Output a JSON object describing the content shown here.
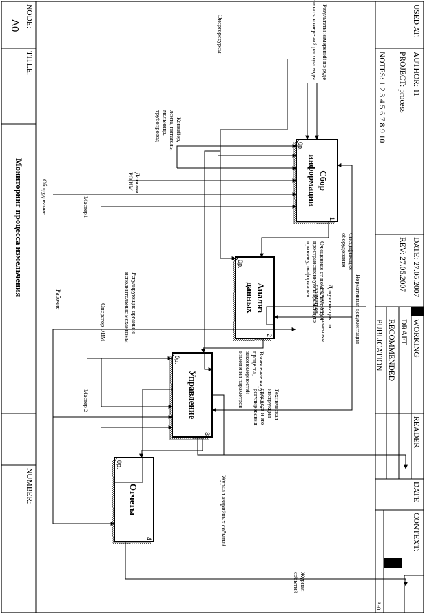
{
  "header": {
    "used_at": "USED AT:",
    "author": "AUTHOR:  11",
    "project": "PROJECT:  process",
    "notes": "NOTES:  1  2  3  4  5  6  7  8  9  10",
    "date": "DATE: 27.05.2007",
    "rev": "REV:    27.05.2007",
    "working": "WORKING",
    "draft": "DRAFT",
    "recommended": "RECOMMENDED",
    "publication": "PUBLICATION",
    "reader": "READER",
    "date_col": "DATE",
    "context": "CONTEXT:",
    "node_ref": "A-0"
  },
  "footer": {
    "node_label": "NODE:",
    "node_value": "A0",
    "title_label": "TITLE:",
    "title_value": "Мониторинг процесса измельчения",
    "number_label": "NUMBER:"
  },
  "boxes": [
    {
      "title_l1": "Сбор",
      "title_l2": "информации",
      "number": "1",
      "op": "0р."
    },
    {
      "title_l1": "Анализ",
      "title_l2": "данных",
      "number": "2",
      "op": "0р."
    },
    {
      "title_l1": "Управление",
      "title_l2": "",
      "number": "3",
      "op": "0р."
    },
    {
      "title_l1": "Отчеты",
      "title_l2": "",
      "number": "4",
      "op": "0р."
    }
  ],
  "labels": {
    "input_ore": "Результаты измерений по руде",
    "input_water": "Результаты измерений расхода воды",
    "energy": "Энергоресурсы",
    "normdoc": "Нормативная документация",
    "spec_l1": "Спецификация",
    "spec_l2": "оборудования",
    "doc_l1": "Документация по",
    "doc_l2": "предельным значениям",
    "doc_l3": "параметров",
    "clean_l1": "Очищенная от помех, имеющая",
    "clean_l2": "пространственную и временную",
    "clean_l3": "привязку, информация",
    "viol_l1": "Выявление нарушения",
    "viol_l2": "процесса,",
    "viol_l3": "закономерностей",
    "viol_l4": "изменения параметров",
    "tech_l1": "Техническая",
    "tech_l2": "инструкция",
    "tech_l3": "процесса и его",
    "tech_l4": "регулирования",
    "emerg_log": "Журнал аварийных событий",
    "event_log_l1": "Журнал",
    "event_log_l2": "событий",
    "regorg_l1": "Регулирующие органы и",
    "regorg_l2": "исполнительные механизмы",
    "operator": "Оператор ЭВМ",
    "master2": "Мастер 2",
    "master1": "Мастер1",
    "workers": "Рабочие",
    "equipment": "Оборудование",
    "sensors_l1": "Датчики,",
    "sensors_l2": "РО,ИМ",
    "conv_l1": "Конвейер,",
    "conv_l2": "лента, питатель,",
    "conv_l3": "мельница,",
    "conv_l4": "трубопровод"
  }
}
